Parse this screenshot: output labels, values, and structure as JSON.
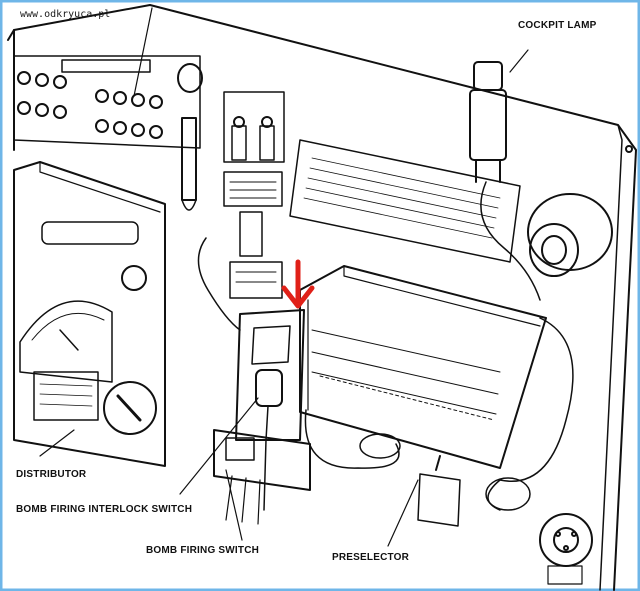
{
  "watermark": "www.odkryuca.pl",
  "labels": {
    "cockpit_lamp": "COCKPIT LAMP",
    "distributor": "DISTRIBUTOR",
    "interlock": "BOMB FIRING INTERLOCK SWITCH",
    "firing_switch": "BOMB FIRING SWITCH",
    "preselector": "PRESELECTOR"
  },
  "colors": {
    "frame": "#6fb6e8",
    "line": "#111111",
    "arrow": "#e02018"
  }
}
